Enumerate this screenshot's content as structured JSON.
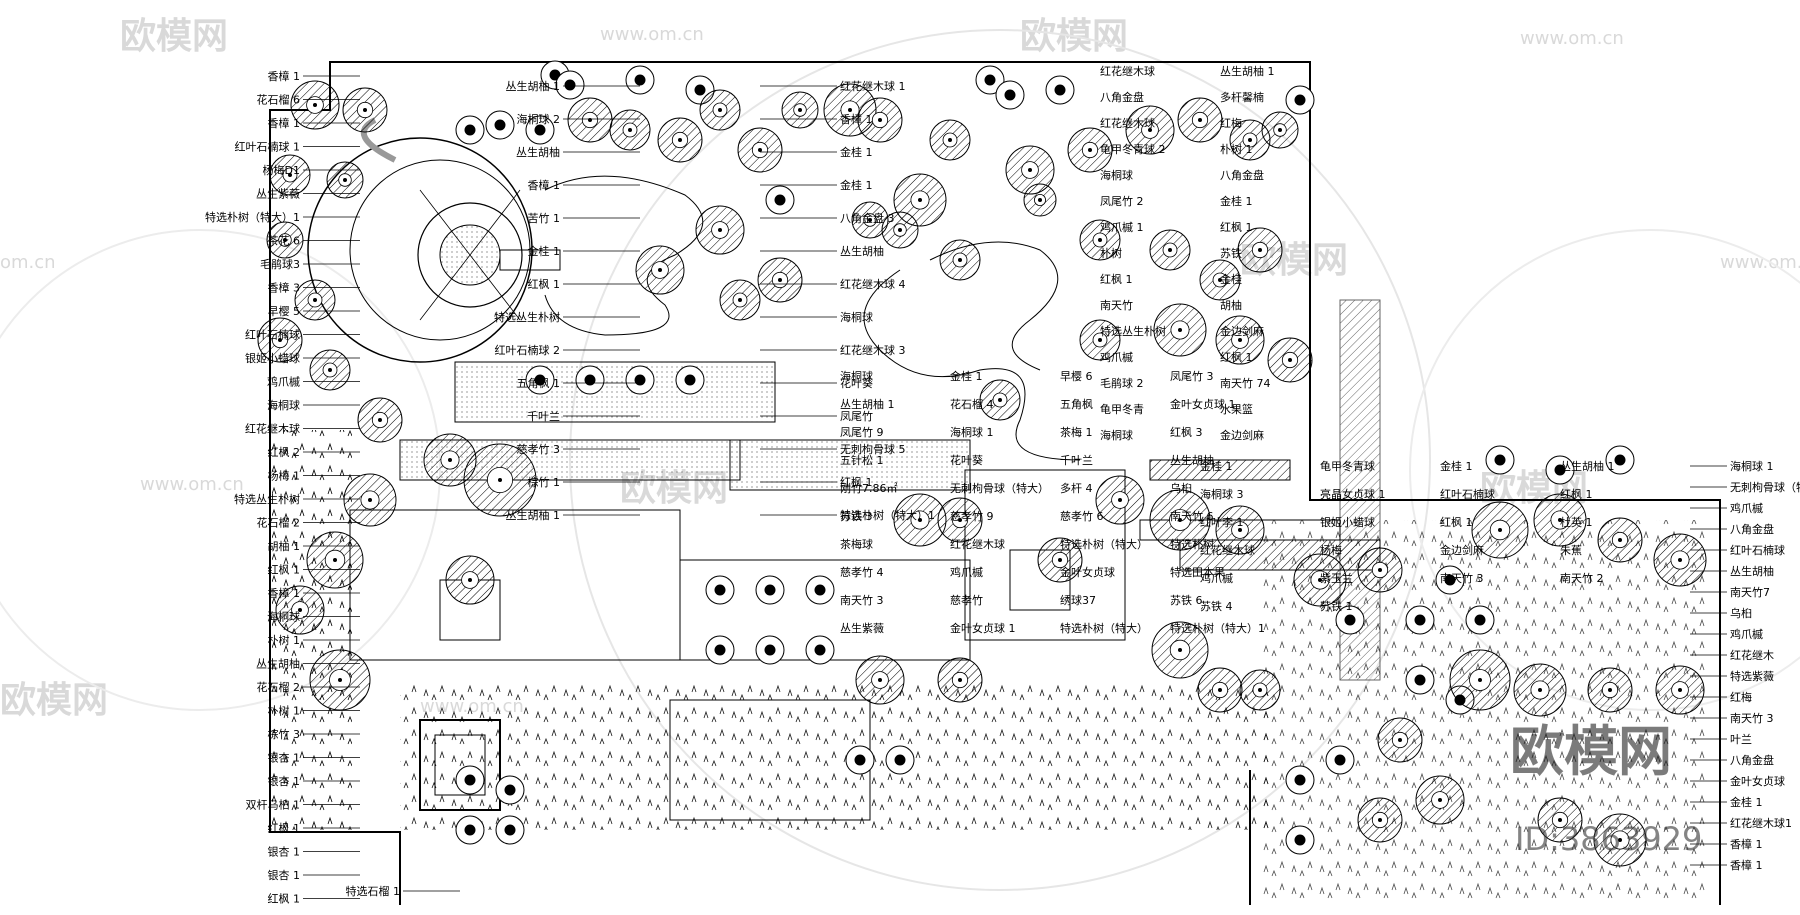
{
  "watermark": {
    "brand": "欧模网",
    "url": "www.om.cn",
    "domain_fragment": "om.cn"
  },
  "corner_mark": {
    "brand": "欧模网",
    "id": "ID:3863929"
  },
  "labels": [
    "香樟 1",
    "花石榴 6",
    "香樟 1",
    "红叶石楠球 1",
    "杨梅D1",
    "丛生紫薇",
    "特选朴树（特大）1",
    "茶花 6",
    "毛鹃球3",
    "香樟 3",
    "早樱 5",
    "红叶石楠球",
    "银姬小蜡球",
    "鸡爪槭",
    "海桐球",
    "红花继木球",
    "红枫 2",
    "杨梅 1",
    "特选丛生朴树",
    "花石榴 2",
    "胡柚 1",
    "红枫 1",
    "香樟 1",
    "海桐球",
    "朴树 1",
    "丛生胡柚",
    "花石榴 2",
    "朴树 1",
    "棕竹 3",
    "银杏 1",
    "银杏 1",
    "双杆乌桕 1",
    "红枫 1",
    "银杏 1",
    "银杏 1",
    "红枫 1",
    "特选石榴 1",
    "丛生胡柚 1",
    "红花继木球 1",
    "海桐球 2",
    "香樟 1",
    "丛生胡柚",
    "金桂 1",
    "香樟 1",
    "金桂 1",
    "苦竹 1",
    "八角金盘 3",
    "金桂 1",
    "丛生胡柚",
    "红枫 1",
    "红花继木球 4",
    "特选丛生朴树",
    "海桐球",
    "红叶石楠球 2",
    "红花继木球 3",
    "五角枫 1",
    "花叶葵",
    "千叶兰",
    "凤尾竹",
    "慈孝竹 3",
    "无刺枸骨球 5",
    "棕竹 1",
    "红枫 1",
    "丛生胡柚 1",
    "特选朴树（特大）1",
    "海桐球",
    "金桂 1",
    "早樱 6",
    "凤尾竹 3",
    "丛生胡柚 1",
    "花石榴 4",
    "五角枫",
    "金叶女贞球 1",
    "凤尾竹 9",
    "海桐球 1",
    "茶梅 1",
    "红枫 3",
    "五针松 1",
    "花叶葵",
    "千叶兰",
    "丛生胡柚",
    "刚竹7.86㎡",
    "无刺枸骨球（特大）",
    "多杆 4",
    "乌桕",
    "苏铁 3",
    "慈孝竹 9",
    "慈孝竹 6",
    "南天竹 6",
    "茶梅球",
    "红花继木球",
    "特选朴树（特大）",
    "特选朴树",
    "慈孝竹 4",
    "鸡爪槭",
    "金叶女贞球",
    "特选田本果",
    "南天竹 3",
    "慈孝竹",
    "绣球37",
    "苏铁 6",
    "丛生紫薇",
    "金叶女贞球 1",
    "特选朴树（特大）",
    "特选朴树（特大）1",
    "红花继木球",
    "丛生胡柚 1",
    "八角金盘",
    "多杆馨楠",
    "红花继木球",
    "红梅",
    "龟甲冬青球 2",
    "朴树 1",
    "海桐球",
    "八角金盘",
    "凤尾竹 2",
    "金桂 1",
    "鸡爪槭 1",
    "红枫 1",
    "朴树",
    "苏铁",
    "红枫 1",
    "金桂",
    "南天竹",
    "胡柚",
    "特选丛生朴树",
    "金边剑麻",
    "鸡爪槭",
    "红枫 1",
    "毛鹃球 2",
    "南天竹 74",
    "龟甲冬青",
    "水果篮",
    "海桐球",
    "金边剑麻",
    "海桐球 1",
    "无刺枸骨球（特大）1",
    "鸡爪槭",
    "八角金盘",
    "红叶石楠球",
    "丛生胡柚",
    "南天竹7",
    "乌桕",
    "鸡爪槭",
    "红花继木",
    "特选紫薇",
    "红梅",
    "南天竹 3",
    "叶兰",
    "八角金盘",
    "金叶女贞球",
    "金桂 1",
    "红花继木球1",
    "香樟 1",
    "香樟 1",
    "金桂 1",
    "龟甲冬青球",
    "金桂 1",
    "丛生胡柚 1",
    "海桐球 3",
    "亮晶女贞球 1",
    "红叶石楠球",
    "红枫 1",
    "红叶李 1",
    "银姬小蜡球",
    "红枫 1",
    "杜英 1",
    "红花继木球",
    "杨梅",
    "金边剑麻",
    "朱蕉",
    "鸡爪槭",
    "紫玉兰",
    "南天竹 3",
    "南天竹 2",
    "苏铁 4",
    "苏铁 1"
  ]
}
